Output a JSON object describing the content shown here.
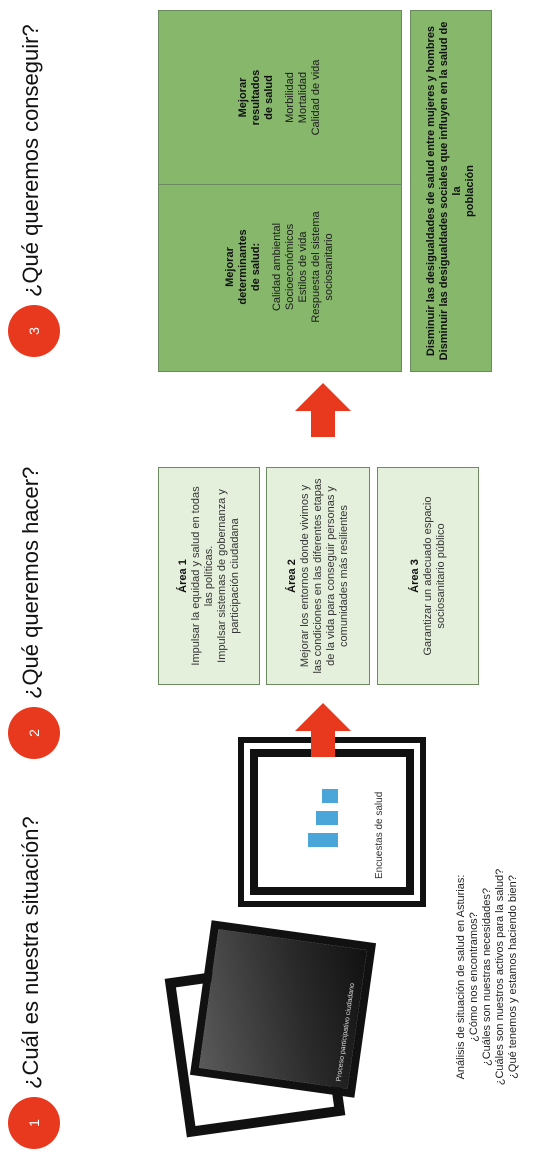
{
  "steps": [
    {
      "number": "1",
      "title": "¿Cuál es nuestra situación?"
    },
    {
      "number": "2",
      "title": "¿Qué queremos hacer?"
    },
    {
      "number": "3",
      "title": "¿Qué queremos conseguir?"
    }
  ],
  "situation": {
    "poster_label": "Encuestas de salud",
    "photo_label": "Proceso participativo ciudadano",
    "caption": [
      "Análisis de situación de salud en Asturias:",
      "¿Cómo nos encontramos?",
      "¿Cuáles son nuestras necesidades?",
      "¿Cuáles son nuestros activos para la salud?",
      "¿Qué tenemos y estamos haciendo bien?"
    ]
  },
  "areas": [
    {
      "title": "Área 1",
      "lines": [
        "Impulsar la equidad y salud en todas",
        "las políticas.",
        "Impulsar sistemas de gobernanza y",
        "participación ciudadana"
      ]
    },
    {
      "title": "Área 2",
      "lines": [
        "Mejorar los entornos donde vivimos y",
        "las condiciones en las diferentes etapas",
        "de la vida para conseguir personas y",
        "comunidades más resilientes"
      ]
    },
    {
      "title": "Área 3",
      "lines": [
        "Garantizar un adecuado espacio",
        "sociosanitario público"
      ]
    }
  ],
  "determinants": {
    "title_lines": [
      "Mejorar",
      "determinantes",
      "de salud:"
    ],
    "items": [
      "Calidad ambiental",
      "Socioeconómicos",
      "Estilos de vida",
      "Respuesta del sistema",
      "sociosanitario"
    ]
  },
  "results": {
    "title_lines": [
      "Mejorar",
      "resultados",
      "de salud"
    ],
    "items": [
      "Morbilidad",
      "Mortalidad",
      "Calidad de vida"
    ]
  },
  "goal": {
    "lines": [
      "Disminuir las desigualdades de salud entre mujeres y hombres",
      "Disminuir las desigualdades sociales que influyen en la salud de la",
      "población"
    ]
  },
  "colors": {
    "accent": "#e8391f",
    "green": "#86b76b",
    "pale_green": "#e4f0dc"
  }
}
